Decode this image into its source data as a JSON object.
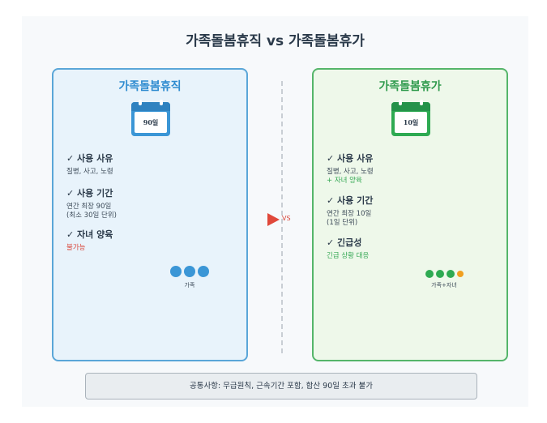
{
  "title": "가족돌봄휴직 vs 가족돌봄휴가",
  "vs_label": "VS",
  "leave_of_absence": {
    "title": "가족돌봄휴직",
    "calendar_label": "90일",
    "sections": [
      {
        "heading": "✓ 사용 사유",
        "lines": [
          "질병, 사고, 노령"
        ]
      },
      {
        "heading": "✓ 사용 기간",
        "lines": [
          "연간 최장 90일",
          "(최소 30일 단위)"
        ]
      },
      {
        "heading": "✓ 자녀 양육",
        "lines": [
          "불가능"
        ]
      }
    ],
    "icon_caption": "가족",
    "colors": {
      "accent": "#3b96d6",
      "negative": "#d9463a"
    }
  },
  "leave_days": {
    "title": "가족돌봄휴가",
    "calendar_label": "10일",
    "sections": [
      {
        "heading": "✓ 사용 사유",
        "lines": [
          "질병, 사고, 노령",
          "+ 자녀 양육"
        ]
      },
      {
        "heading": "✓ 사용 기간",
        "lines": [
          "연간 최장 10일",
          "(1일 단위)"
        ]
      },
      {
        "heading": "✓ 긴급성",
        "lines": [
          "긴급 상황 대응"
        ]
      }
    ],
    "icon_caption": "가족+자녀",
    "colors": {
      "accent": "#2eaa52",
      "child": "#f0a020"
    }
  },
  "footer": "공통사항: 무급원칙, 근속기간 포함, 합산 90일 초과 불가"
}
